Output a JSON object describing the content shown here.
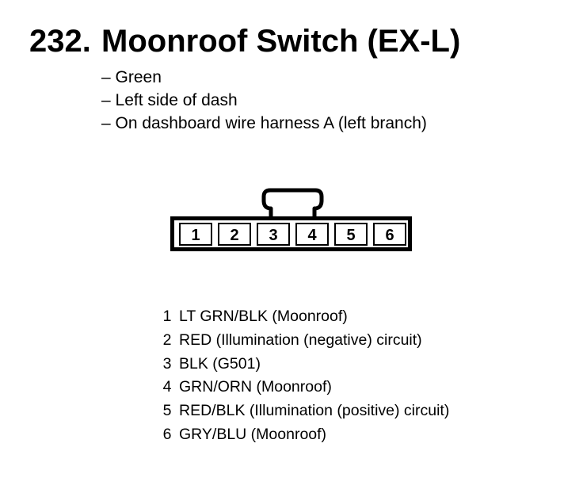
{
  "header": {
    "number": "232.",
    "title": "Moonroof Switch (EX-L)"
  },
  "details": [
    "– Green",
    "– Left side of dash",
    "– On dashboard wire harness A (left branch)"
  ],
  "connector": {
    "pin_labels": [
      "1",
      "2",
      "3",
      "4",
      "5",
      "6"
    ]
  },
  "pins": [
    {
      "num": "1",
      "desc": "LT GRN/BLK (Moonroof)"
    },
    {
      "num": "2",
      "desc": "RED (Illumination (negative) circuit)"
    },
    {
      "num": "3",
      "desc": "BLK (G501)"
    },
    {
      "num": "4",
      "desc": "GRN/ORN (Moonroof)"
    },
    {
      "num": "5",
      "desc": "RED/BLK (Illumination (positive) circuit)"
    },
    {
      "num": "6",
      "desc": "GRY/BLU (Moonroof)"
    }
  ]
}
